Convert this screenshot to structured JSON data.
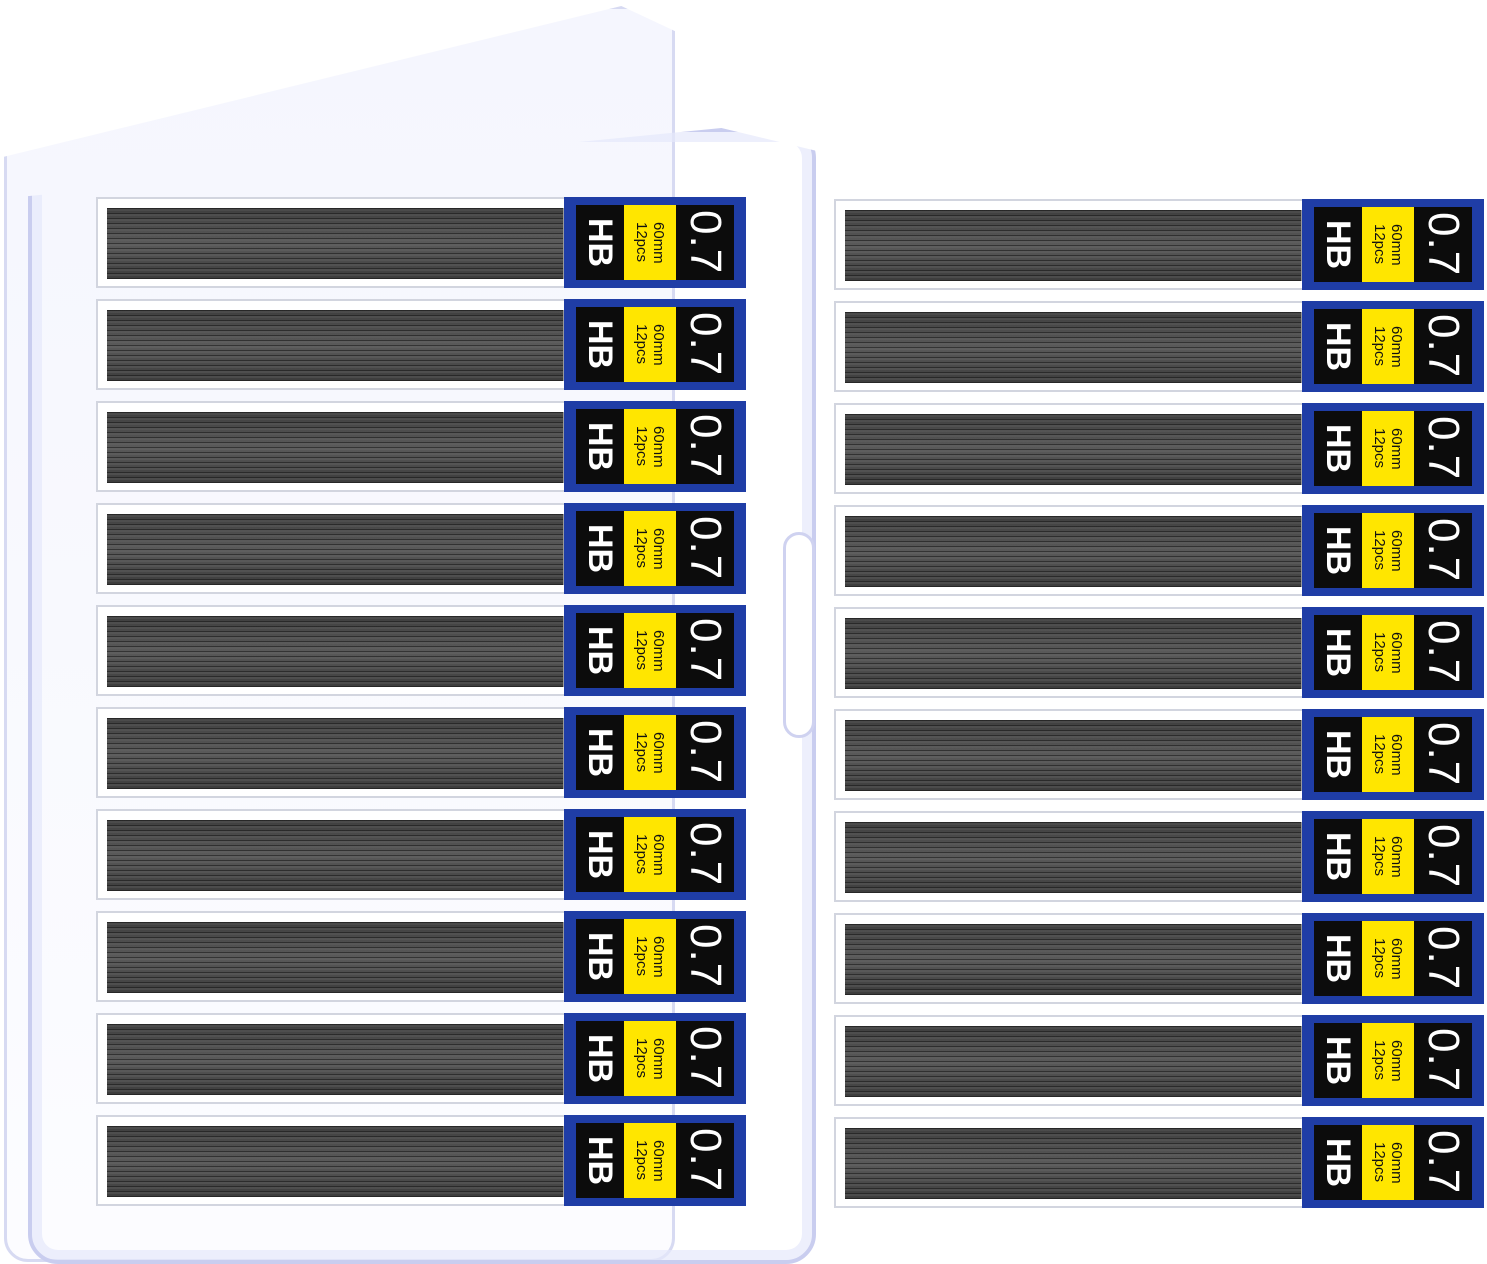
{
  "product": {
    "grade": "HB",
    "length": "60mm",
    "count": "12pcs",
    "lead_size": "0.7",
    "colors": {
      "label_blue": "#1f3da6",
      "label_yellow": "#ffe600",
      "label_black": "#0c0c0c"
    }
  },
  "tubes_left": [
    {
      "grade": "HB",
      "length": "60mm",
      "count": "12pcs",
      "size": "0.7"
    },
    {
      "grade": "HB",
      "length": "60mm",
      "count": "12pcs",
      "size": "0.7"
    },
    {
      "grade": "HB",
      "length": "60mm",
      "count": "12pcs",
      "size": "0.7"
    },
    {
      "grade": "HB",
      "length": "60mm",
      "count": "12pcs",
      "size": "0.7"
    },
    {
      "grade": "HB",
      "length": "60mm",
      "count": "12pcs",
      "size": "0.7"
    },
    {
      "grade": "HB",
      "length": "60mm",
      "count": "12pcs",
      "size": "0.7"
    },
    {
      "grade": "HB",
      "length": "60mm",
      "count": "12pcs",
      "size": "0.7"
    },
    {
      "grade": "HB",
      "length": "60mm",
      "count": "12pcs",
      "size": "0.7"
    },
    {
      "grade": "HB",
      "length": "60mm",
      "count": "12pcs",
      "size": "0.7"
    },
    {
      "grade": "HB",
      "length": "60mm",
      "count": "12pcs",
      "size": "0.7"
    }
  ],
  "tubes_right": [
    {
      "grade": "HB",
      "length": "60mm",
      "count": "12pcs",
      "size": "0.7"
    },
    {
      "grade": "HB",
      "length": "60mm",
      "count": "12pcs",
      "size": "0.7"
    },
    {
      "grade": "HB",
      "length": "60mm",
      "count": "12pcs",
      "size": "0.7"
    },
    {
      "grade": "HB",
      "length": "60mm",
      "count": "12pcs",
      "size": "0.7"
    },
    {
      "grade": "HB",
      "length": "60mm",
      "count": "12pcs",
      "size": "0.7"
    },
    {
      "grade": "HB",
      "length": "60mm",
      "count": "12pcs",
      "size": "0.7"
    },
    {
      "grade": "HB",
      "length": "60mm",
      "count": "12pcs",
      "size": "0.7"
    },
    {
      "grade": "HB",
      "length": "60mm",
      "count": "12pcs",
      "size": "0.7"
    },
    {
      "grade": "HB",
      "length": "60mm",
      "count": "12pcs",
      "size": "0.7"
    },
    {
      "grade": "HB",
      "length": "60mm",
      "count": "12pcs",
      "size": "0.7"
    }
  ]
}
